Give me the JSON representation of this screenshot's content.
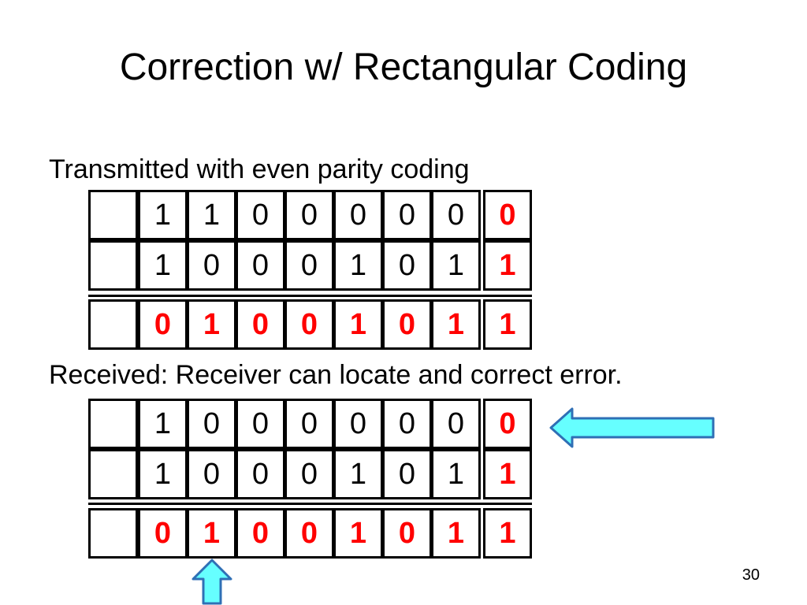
{
  "slide": {
    "title": "Correction w/ Rectangular Coding",
    "page_number": "30"
  },
  "transmitted": {
    "heading": "Transmitted with even parity coding",
    "rows": [
      {
        "bits": [
          "1",
          "1",
          "0",
          "0",
          "0",
          "0",
          "0"
        ],
        "parity": "0",
        "kind": "data"
      },
      {
        "bits": [
          "1",
          "0",
          "0",
          "0",
          "1",
          "0",
          "1"
        ],
        "parity": "1",
        "kind": "data"
      },
      {
        "bits": [
          "0",
          "1",
          "0",
          "0",
          "1",
          "0",
          "1"
        ],
        "parity": "1",
        "kind": "parity"
      }
    ]
  },
  "received": {
    "heading": "Received: Receiver can locate and correct error.",
    "rows": [
      {
        "bits": [
          "1",
          "0",
          "0",
          "0",
          "0",
          "0",
          "0"
        ],
        "parity": "0",
        "kind": "data"
      },
      {
        "bits": [
          "1",
          "0",
          "0",
          "0",
          "1",
          "0",
          "1"
        ],
        "parity": "1",
        "kind": "data"
      },
      {
        "bits": [
          "0",
          "1",
          "0",
          "0",
          "1",
          "0",
          "1"
        ],
        "parity": "1",
        "kind": "parity"
      }
    ],
    "error_row_index": 0,
    "error_col_index": 1
  },
  "colors": {
    "parity_text": "#ff0000",
    "arrow_fill": "#66ffff",
    "arrow_stroke": "#2f6fb5"
  },
  "icons": {
    "row_pointer": "left-arrow-icon",
    "col_pointer": "up-arrow-icon"
  }
}
